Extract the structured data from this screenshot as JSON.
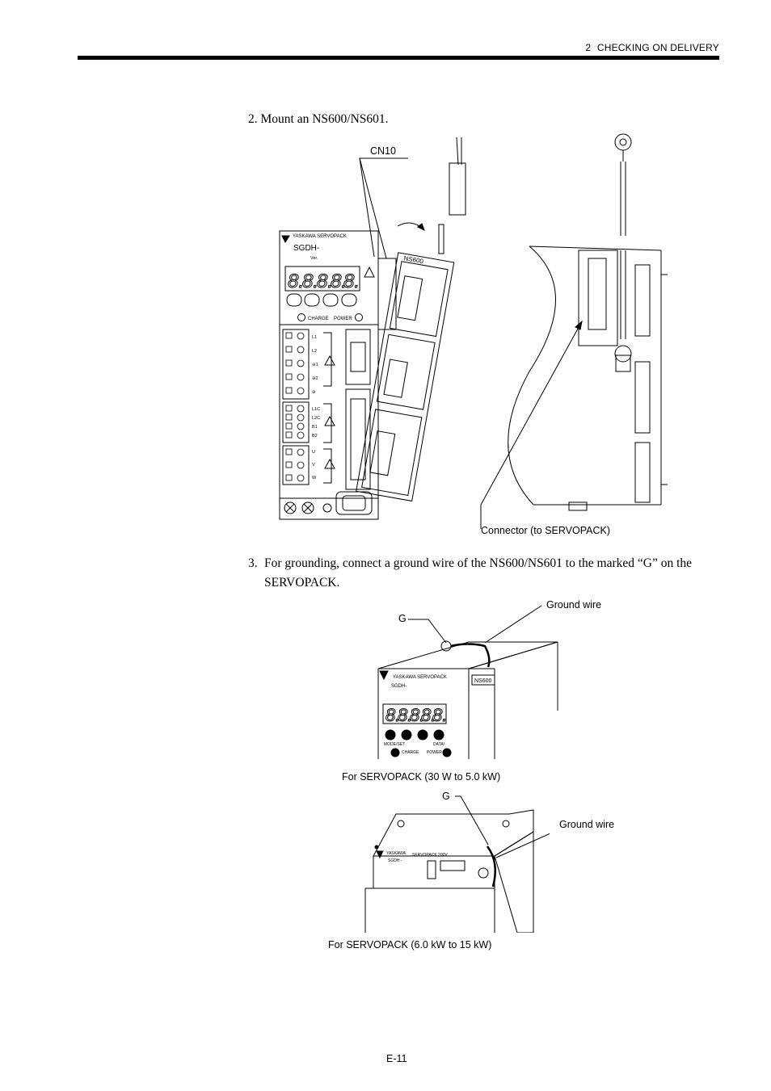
{
  "header": {
    "section_number": "2",
    "section_title": "CHECKING ON DELIVERY"
  },
  "step2": {
    "text": "2.  Mount an NS600/NS601."
  },
  "figure1": {
    "cn10_label": "CN10",
    "connector_label": "Connector (to SERVOPACK)",
    "servopack_brand": "YASKAWA SERVOPACK",
    "servopack_model": "SGDH-",
    "ver_label": "Ver.",
    "charge_label": "CHARGE",
    "power_label": "POWER",
    "ns_label": "NS600",
    "terminals": [
      "L1",
      "L2",
      "⊖1",
      "⊖2",
      "⊖",
      "L1C",
      "L2C",
      "B1",
      "B2",
      "U",
      "V",
      "W"
    ]
  },
  "step3": {
    "number": "3.",
    "text": "For grounding, connect a ground wire of the NS600/NS601 to the marked “G” on the SERVOPACK."
  },
  "figure2": {
    "g_label": "G",
    "ground_wire_label": "Ground wire",
    "brand": "YASKAWA   SERVOPACK",
    "model": "SGDH-",
    "ns_label": "NS600",
    "mode_set": "MODE/SET",
    "data": "DATA/",
    "charge": "CHARGE",
    "power": "POWER",
    "caption": "For SERVOPACK   (30 W to 5.0 kW)"
  },
  "figure3": {
    "g_label": "G",
    "ground_wire_label": "Ground wire",
    "brand": "YASKAWA",
    "model": "SGDH -",
    "servopack_text": "SERVOPACK 200V",
    "caption": "For SERVOPACK   (6.0 kW to 15 kW)"
  },
  "footer": {
    "page_number": "E-11"
  }
}
